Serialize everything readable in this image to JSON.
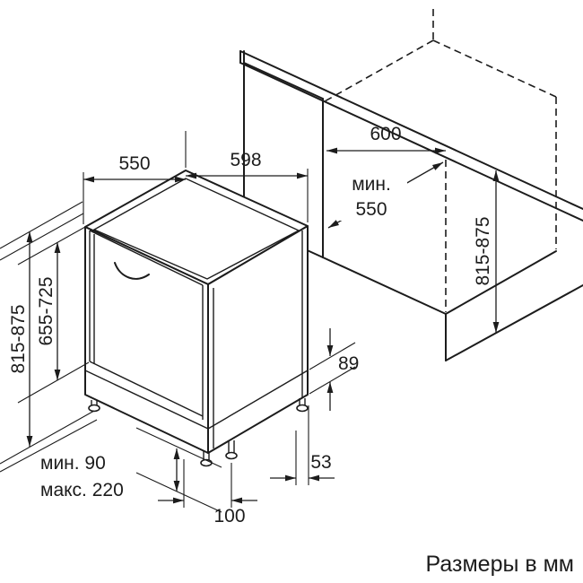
{
  "caption": "Размеры в мм",
  "ink": "#1c1c1c",
  "diagram": {
    "type": "installation-drawing",
    "subject": "built-in-dishwasher-niche-dimensions",
    "unit": "мм"
  },
  "labels": {
    "width_top": "550",
    "depth_top": "598",
    "niche_depth": "600",
    "niche_min_prefix": "мин.",
    "niche_width": "550",
    "height_left": "815-875",
    "door_height": "655-725",
    "niche_height": "815-875",
    "base_height": "89",
    "rear_foot_offset": "53",
    "front_foot_offset": "100",
    "plinth_min": "мин. 90",
    "plinth_max": "макс. 220"
  }
}
